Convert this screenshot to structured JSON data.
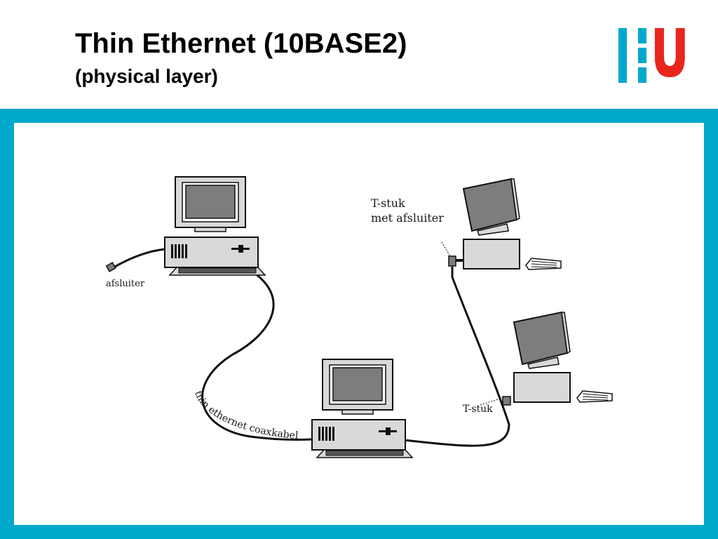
{
  "slide": {
    "title": "Thin Ethernet (10BASE2)",
    "subtitle": "(physical layer)"
  },
  "logo": {
    "name": "HU logo",
    "colors": {
      "bars": "#00a8cc",
      "letter": "#e8261e"
    }
  },
  "frame": {
    "color": "#00a8cc"
  },
  "diagram": {
    "labels": {
      "terminator": "afsluiter",
      "t_piece_with_terminator_line1": "T-stuk",
      "t_piece_with_terminator_line2": "met afsluiter",
      "t_piece": "T-stuk",
      "cable": "thin ethernet coaxkabel"
    },
    "colors": {
      "screen": "#7d7d7d",
      "casing": "#d9d9d9",
      "outline": "#111111",
      "cable": "#111111"
    }
  }
}
